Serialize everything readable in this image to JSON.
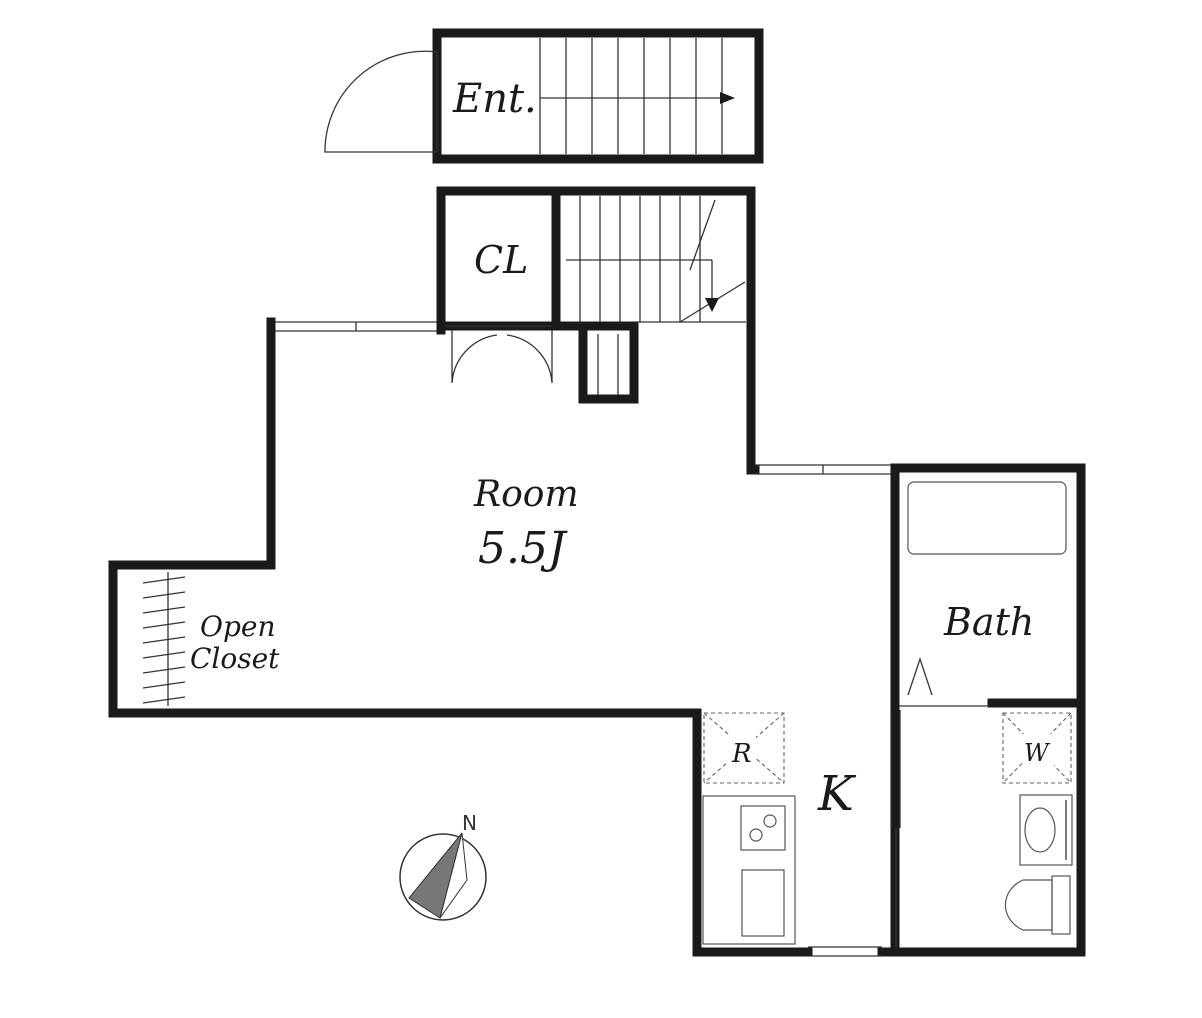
{
  "labels": {
    "entrance": "Ent.",
    "closet": "CL",
    "room_name": "Room",
    "room_size": "5.5J",
    "open_closet_line1": "Open",
    "open_closet_line2": "Closet",
    "bath": "Bath",
    "refrigerator": "R",
    "kitchen": "K",
    "washer": "W",
    "north": "N"
  },
  "icons": {
    "compass": "compass-icon",
    "stairs": "stairs-icon",
    "stove": "stove-icon",
    "toilet": "toilet-icon",
    "bathtub": "bathtub-icon"
  },
  "colors": {
    "wall": "#1a1a1a",
    "compass_fill": "#777777",
    "background": "#ffffff"
  }
}
